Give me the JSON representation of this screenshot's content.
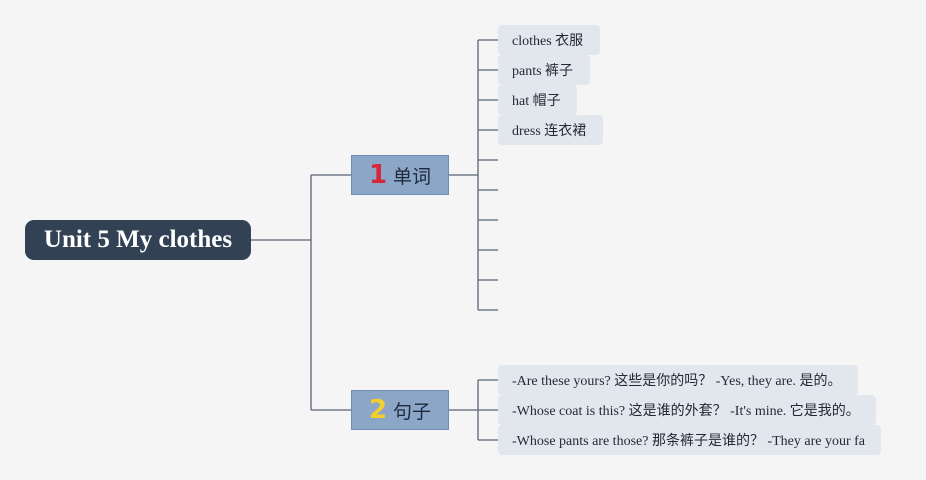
{
  "title": "Unit 5 My clothes",
  "branches": [
    {
      "number": "1",
      "number_color": "#d62839",
      "label": "单词"
    },
    {
      "number": "2",
      "number_color": "#f2cf2b",
      "label": "句子"
    }
  ],
  "words": [
    "clothes 衣服",
    "pants 裤子",
    "hat 帽子",
    "dress 连衣裙"
  ],
  "sentences": [
    "-Are these yours? 这些是你的吗？ -Yes, they are. 是的。",
    "-Whose coat is this? 这是谁的外套？ -It's mine. 它是我的。",
    "-Whose pants are those? 那条裤子是谁的？ -They are your fa"
  ],
  "colors": {
    "background": "#f5f5f5",
    "root_fill": "#334155",
    "branch_fill": "#8ca6c8",
    "leaf_fill": "#e2e7ee",
    "line": "#5b6475"
  }
}
